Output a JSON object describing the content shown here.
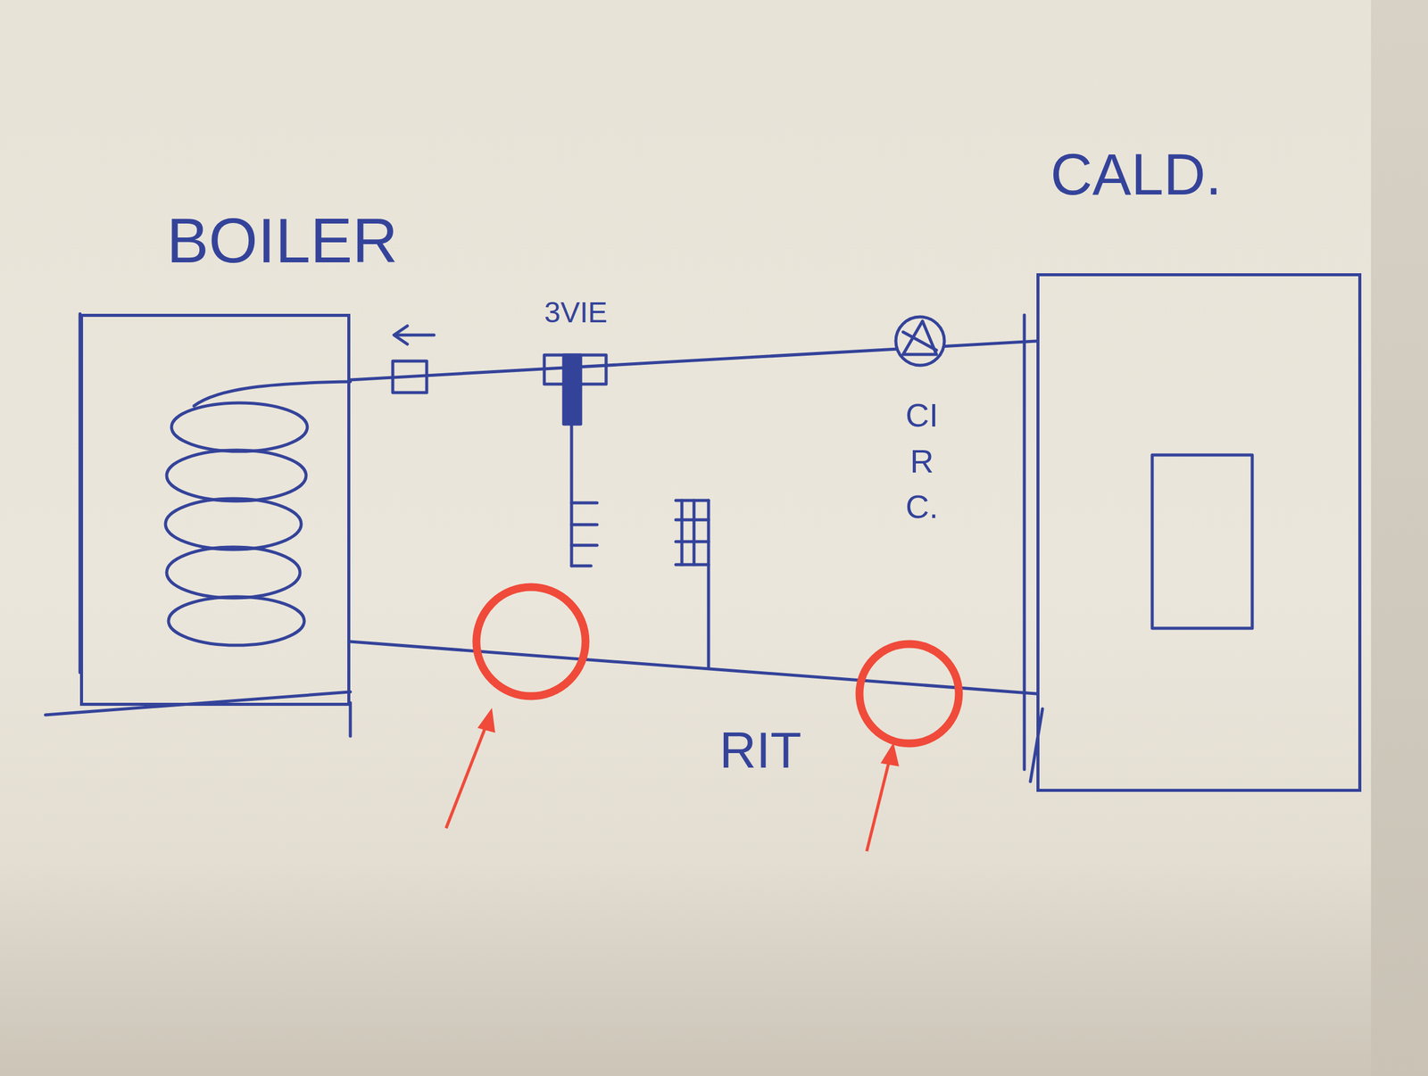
{
  "diagram": {
    "nodes": [
      {
        "text": [
          "BOILER"
        ]
      },
      {
        "text": [
          "CALD."
        ]
      }
    ],
    "edges": [
      {
        "from": 1,
        "to": 0,
        "arrow": "none"
      },
      {
        "from": 0,
        "to": 1,
        "arrow": "none",
        "label": "RIT"
      }
    ],
    "labels": [
      "3VIE",
      "CIRC."
    ]
  }
}
